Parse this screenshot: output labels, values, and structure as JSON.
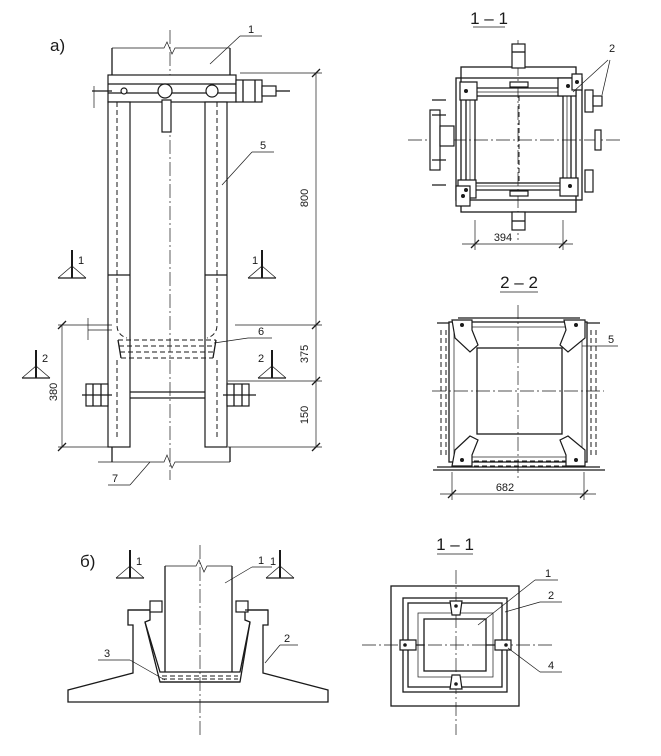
{
  "view_labels": {
    "a": "а)",
    "b": "б)"
  },
  "sections": {
    "s1_top": "1 – 1",
    "s2": "2 – 2",
    "s1_bottom": "1 – 1"
  },
  "dimensions": {
    "d800": "800",
    "d375": "375",
    "d150": "150",
    "d380": "380",
    "d394": "394",
    "d682": "682"
  },
  "cut_marks": {
    "one": "1",
    "two": "2"
  },
  "callouts": {
    "c1": "1",
    "c2": "2",
    "c3": "3",
    "c4": "4",
    "c5": "5",
    "c6": "6",
    "c7": "7"
  }
}
